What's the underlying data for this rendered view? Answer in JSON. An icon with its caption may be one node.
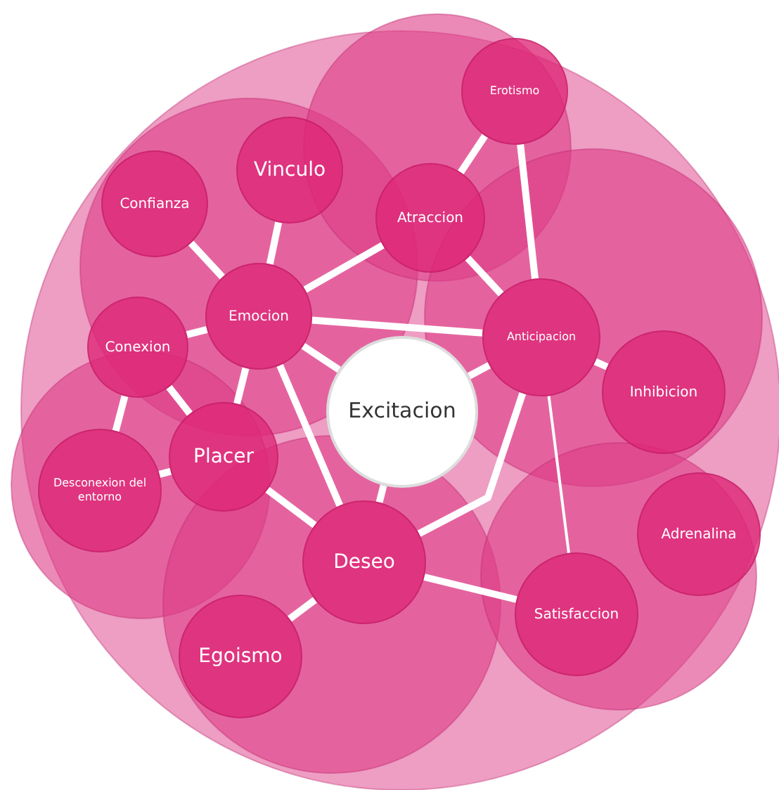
{
  "diagram": {
    "nodes": [
      {
        "text": [
          "Excitacion"
        ]
      },
      {
        "text": [
          "Emocion"
        ]
      },
      {
        "text": [
          "Anticipacion"
        ]
      },
      {
        "text": [
          "Deseo"
        ]
      },
      {
        "text": [
          "Placer"
        ]
      },
      {
        "text": [
          "Conexion"
        ]
      },
      {
        "text": [
          "Confianza"
        ]
      },
      {
        "text": [
          "Vinculo"
        ]
      },
      {
        "text": [
          "Atraccion"
        ]
      },
      {
        "text": [
          "Erotismo"
        ]
      },
      {
        "text": [
          "Inhibicion"
        ]
      },
      {
        "text": [
          "Adrenalina"
        ]
      },
      {
        "text": [
          "Satisfaccion"
        ]
      },
      {
        "text": [
          "Egoismo"
        ]
      },
      {
        "text": [
          "Desconexion del entorno"
        ]
      }
    ],
    "edges": [
      {
        "from": 9,
        "to": 8,
        "arrow": "none"
      },
      {
        "from": 9,
        "to": 2,
        "arrow": "none"
      },
      {
        "from": 8,
        "to": 1,
        "arrow": "none"
      },
      {
        "from": 8,
        "to": 2,
        "arrow": "none"
      },
      {
        "from": 6,
        "to": 1,
        "arrow": "none"
      },
      {
        "from": 7,
        "to": 1,
        "arrow": "none"
      },
      {
        "from": 5,
        "to": 1,
        "arrow": "none"
      },
      {
        "from": 1,
        "to": 2,
        "arrow": "none"
      },
      {
        "from": 1,
        "to": 0,
        "arrow": "none"
      },
      {
        "from": 1,
        "to": 4,
        "arrow": "none"
      },
      {
        "from": 1,
        "to": 3,
        "arrow": "none"
      },
      {
        "from": 5,
        "to": 4,
        "arrow": "none"
      },
      {
        "from": 5,
        "to": 14,
        "arrow": "none"
      },
      {
        "from": 14,
        "to": 4,
        "arrow": "none"
      },
      {
        "from": 4,
        "to": 3,
        "arrow": "none"
      },
      {
        "from": 3,
        "to": 0,
        "arrow": "none"
      },
      {
        "from": 3,
        "to": 2,
        "arrow": "none"
      },
      {
        "from": 3,
        "to": 13,
        "arrow": "none"
      },
      {
        "from": 3,
        "to": 12,
        "arrow": "none"
      },
      {
        "from": 2,
        "to": 0,
        "arrow": "none"
      },
      {
        "from": 2,
        "to": 10,
        "arrow": "none"
      },
      {
        "from": 2,
        "to": 12,
        "arrow": "none"
      }
    ]
  }
}
